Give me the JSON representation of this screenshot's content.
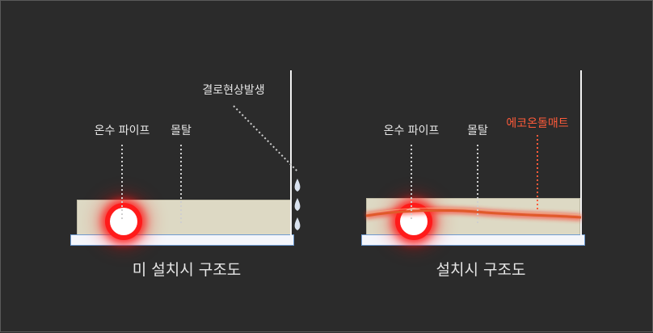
{
  "left_diagram": {
    "pipe_label": "온수 파이프",
    "mortar_label": "몰탈",
    "condensation_label": "결로현상발생",
    "caption": "미 설치시 구조도"
  },
  "right_diagram": {
    "pipe_label": "온수 파이프",
    "mortar_label": "몰탈",
    "mat_label": "에코온돌매트",
    "caption": "설치시 구조도"
  },
  "colors": {
    "background": "#2b2b2b",
    "mortar": "#ddd9c4",
    "heat": "#ff1a1a",
    "mat_accent": "#ff5b3a",
    "droplet": "#d9e2ef"
  }
}
